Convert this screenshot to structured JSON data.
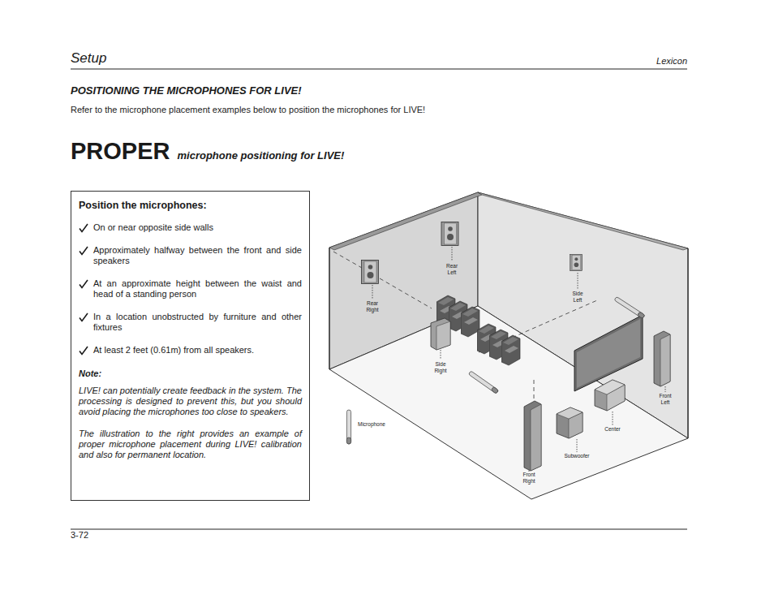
{
  "diagram": {
    "title": "PROPER",
    "nodes": [
      {
        "text": [
          "Position the microphones:",
          "On or near opposite side walls",
          "Approximately halfway between the front and side speakers",
          "At an approximate height between the waist and head of a standing person",
          "In a location unobstructed by furniture and other fixtures",
          "At least 2 feet (0.61m) from all speakers.",
          "Note:",
          "LIVE! can potentially create feedback in the system. The processing is designed to prevent this, but you should avoid placing the microphones too close to speakers.",
          "The illustration to the right provides an example of proper microphone placement during LIVE! calibration and also for permanent location."
        ]
      }
    ],
    "labels": [
      "Setup",
      "Lexicon",
      "POSITIONING THE MICROPHONES FOR LIVE!",
      "Refer to the microphone placement examples below to position the microphones for LIVE!",
      "microphone positioning for LIVE!",
      "Rear Left",
      "Rear Right",
      "Side Left",
      "Side Right",
      "Microphone",
      "Front Left",
      "Center",
      "Subwoofer",
      "Front Right",
      "3-72"
    ]
  }
}
